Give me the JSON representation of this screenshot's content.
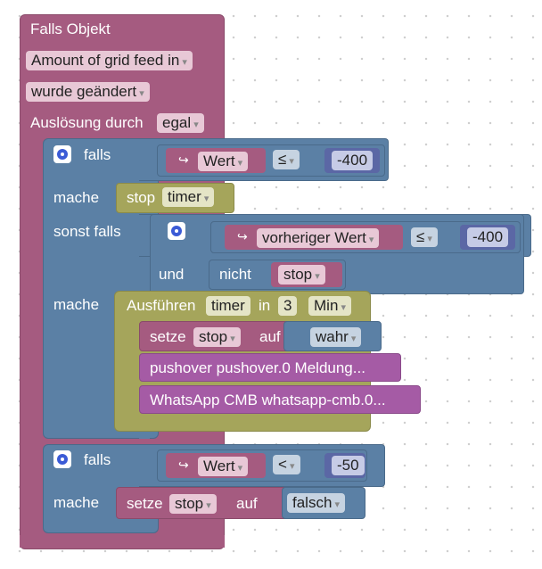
{
  "event": {
    "title": "Falls Objekt",
    "object": "Amount of grid feed in",
    "condition": "wurde geändert",
    "trigger_label": "Auslösung durch",
    "trigger_value": "egal"
  },
  "if1": {
    "if_label": "falls",
    "var": "Wert",
    "op": "≤",
    "num": "-400",
    "do_label": "mache",
    "stop_label": "stop",
    "timer_value": "timer",
    "elseif_label": "sonst falls",
    "var2": "vorheriger Wert",
    "op2": "≤",
    "num2": "-400",
    "and_label": "und",
    "not_label": "nicht",
    "stop_var": "stop",
    "do2_label": "mache"
  },
  "timeout": {
    "run_label": "Ausführen",
    "timer_name": "timer",
    "in_label": "in",
    "amount": "3",
    "unit": "Min",
    "set_label": "setze",
    "set_var": "stop",
    "to_label": "auf",
    "set_value": "wahr",
    "pushover": "pushover pushover.0 Meldung...",
    "whatsapp": "WhatsApp CMB whatsapp-cmb.0..."
  },
  "if2": {
    "if_label": "falls",
    "var": "Wert",
    "op": "<",
    "num": "-50",
    "do_label": "mache",
    "set_label": "setze",
    "set_var": "stop",
    "to_label": "auf",
    "set_value": "falsch"
  },
  "colors": {
    "event": "#a55b80",
    "logic": "#5b80a5",
    "timer": "#a5a55b",
    "math": "#5b67a5",
    "variable": "#a55b80",
    "notify": "#a55ba5"
  }
}
